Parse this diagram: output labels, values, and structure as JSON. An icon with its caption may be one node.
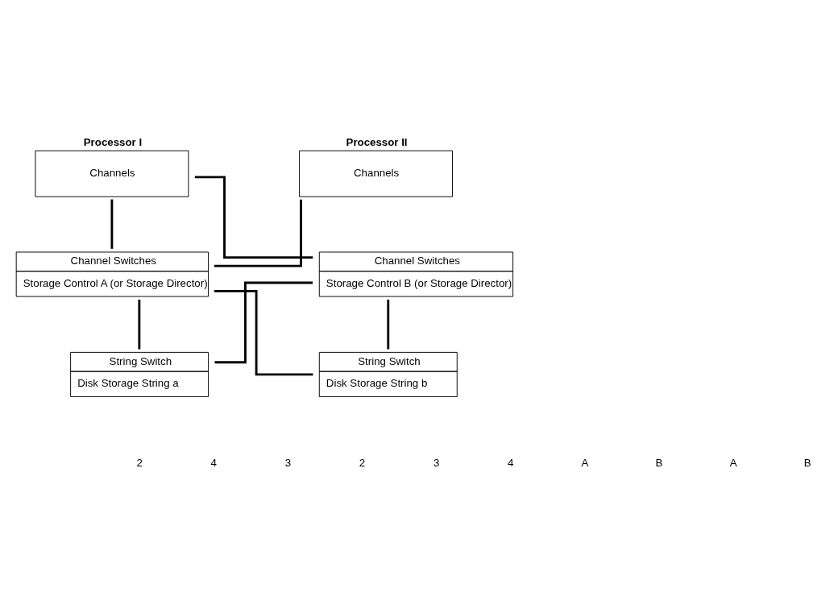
{
  "diagram": {
    "nodes": [
      {
        "text": [
          "Processor I",
          "Channels"
        ]
      },
      {
        "text": [
          "Processor II",
          "Channels"
        ]
      },
      {
        "text": [
          "Channel Switches",
          "Storage Control A (or Storage Director)"
        ]
      },
      {
        "text": [
          "Channel Switches",
          "Storage Control B (or Storage Director)"
        ]
      },
      {
        "text": [
          "String Switch",
          "Disk Storage String a"
        ]
      },
      {
        "text": [
          "String Switch",
          "Disk Storage String b"
        ]
      }
    ],
    "edges": [
      {
        "from": 0,
        "to": 2,
        "arrow": "none"
      },
      {
        "from": 0,
        "to": 3,
        "arrow": "none"
      },
      {
        "from": 1,
        "to": 2,
        "arrow": "none"
      },
      {
        "from": 2,
        "to": 4,
        "arrow": "none"
      },
      {
        "from": 2,
        "to": 5,
        "arrow": "none"
      },
      {
        "from": 3,
        "to": 4,
        "arrow": "none"
      },
      {
        "from": 3,
        "to": 5,
        "arrow": "none"
      }
    ],
    "labels": [
      "2",
      "4",
      "3",
      "2",
      "3",
      "4",
      "A",
      "B",
      "A",
      "B"
    ]
  }
}
